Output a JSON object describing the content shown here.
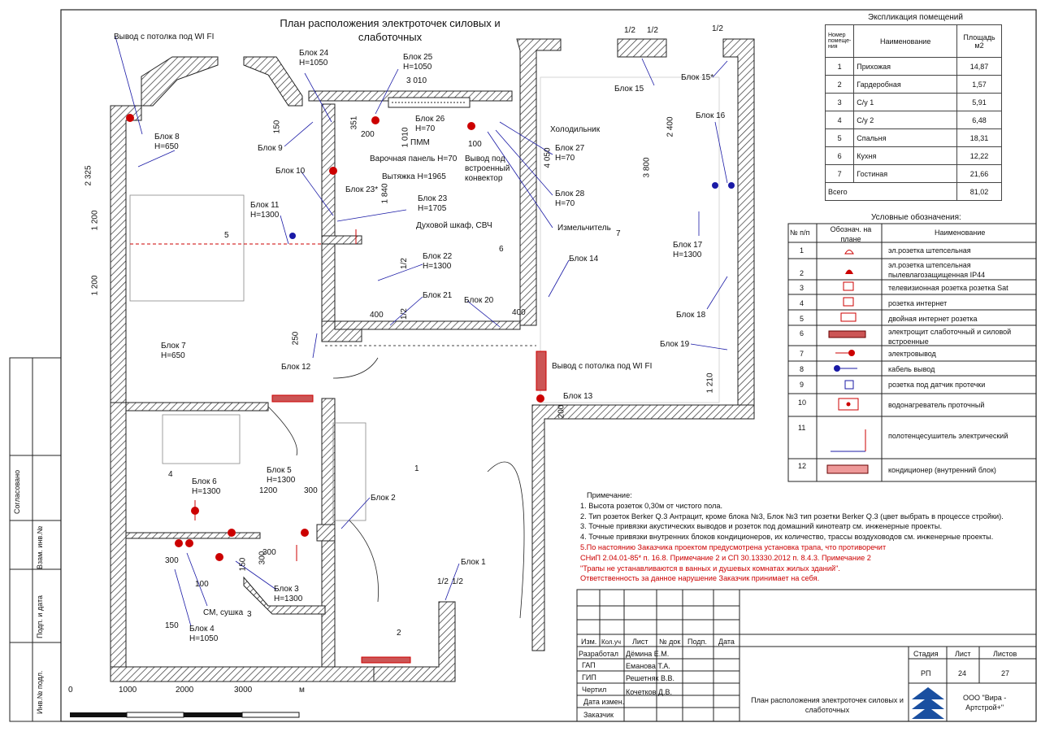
{
  "title_line1": "План расположения электроточек силовых и",
  "title_line2": "слаботочных",
  "wifi_labels": [
    "Вывод с потолка под WI FI",
    "Вывод с потолка под WI FI"
  ],
  "blocks": {
    "b1": "Блок 1",
    "b2": "Блок 2",
    "b3": "Блок 3",
    "b3h": "Н=1300",
    "b4": "Блок 4",
    "b4h": "Н=1050",
    "b5": "Блок 5",
    "b5h": "Н=1300",
    "b6": "Блок 6",
    "b6h": "Н=1300",
    "b7": "Блок 7",
    "b7h": "Н=650",
    "b8": "Блок 8",
    "b8h": "Н=650",
    "b9": "Блок 9",
    "b10": "Блок 10",
    "b11": "Блок 11",
    "b11h": "Н=1300",
    "b12": "Блок 12",
    "b13": "Блок 13",
    "b14": "Блок 14",
    "b15": "Блок 15",
    "b15s": "Блок 15*",
    "b16": "Блок 16",
    "b17": "Блок 17",
    "b17h": "Н=1300",
    "b18": "Блок 18",
    "b19": "Блок 19",
    "b20": "Блок 20",
    "b21": "Блок 21",
    "b22": "Блок 22",
    "b22h": "Н=1300",
    "b23": "Блок 23",
    "b23h": "Н=1705",
    "b23s": "Блок 23*",
    "b24": "Блок 24",
    "b24h": "Н=1050",
    "b25": "Блок 25",
    "b25h": "Н=1050",
    "b26": "Блок 26",
    "b26h": "Н=70",
    "b27": "Блок 27",
    "b27h": "Н=70",
    "b28": "Блок 28",
    "b28h": "Н=70"
  },
  "appliances": {
    "hob": "Варочная панель Н=70",
    "hood": "Вытяжка Н=1965",
    "oven": "Духовой шкаф, СВЧ",
    "fridge": "Холодильник",
    "shredder": "Измельчитель",
    "convector": "Вывод под",
    "convector2": "встроенный",
    "convector3": "конвектор",
    "pmm": "ПММ",
    "washer": "СМ, сушка"
  },
  "dims": {
    "d3010": "3 010",
    "d2325": "2 325",
    "d1200a": "1 200",
    "d1200b": "1 200",
    "d2400": "2 400",
    "d3800": "3 800",
    "d4050": "4 050",
    "d1010": "1 010",
    "d1840": "1 840",
    "d1210": "1 210",
    "d150a": "150",
    "d351": "351",
    "d200a": "200",
    "d100a": "100",
    "d400a": "400",
    "d400b": "400",
    "d250": "250",
    "d200b": "200",
    "d1200c": "1200",
    "d300a": "300",
    "d300b": "300",
    "d300c": "300",
    "d150b": "150",
    "d100b": "100",
    "d150c": "150",
    "d300d": "300",
    "half1": "1/2",
    "half2": "1/2",
    "half3": "1/2",
    "half4": "1/2",
    "half5": "1/2",
    "half6": "1/2",
    "half7": "1/2"
  },
  "rooms": [
    "1",
    "2",
    "3",
    "4",
    "5",
    "6",
    "7"
  ],
  "scale": {
    "s0": "0",
    "s1": "1000",
    "s2": "2000",
    "s3": "3000",
    "unit": "м"
  },
  "explication": {
    "title": "Экспликация  помещений",
    "headers": [
      "Номер помеще-ния",
      "Наименование",
      "Площадь м2"
    ],
    "rows": [
      [
        "1",
        "Прихожая",
        "14,87"
      ],
      [
        "2",
        "Гардеробная",
        "1,57"
      ],
      [
        "3",
        "С/у 1",
        "5,91"
      ],
      [
        "4",
        "С/у 2",
        "6,48"
      ],
      [
        "5",
        "Спальня",
        "18,31"
      ],
      [
        "6",
        "Кухня",
        "12,22"
      ],
      [
        "7",
        "Гостиная",
        "21,66"
      ]
    ],
    "total_label": "Всего",
    "total": "81,02"
  },
  "legend": {
    "title": "Условные обозначения:",
    "headers": [
      "№ п/п",
      "Обознач. на плане",
      "Наименование"
    ],
    "rows": [
      [
        "1",
        "эл.розетка штепсельная"
      ],
      [
        "2",
        "эл.розетка штепсельная пылевлагозащищенная IP44"
      ],
      [
        "3",
        "телевизионная розетка розетка Sat"
      ],
      [
        "4",
        "розетка интернет"
      ],
      [
        "5",
        "двойная интернет розетка"
      ],
      [
        "6",
        "электрощит слаботочный и силовой встроенные"
      ],
      [
        "7",
        "электровывод"
      ],
      [
        "8",
        "кабель вывод"
      ],
      [
        "9",
        "розетка под датчик протечки"
      ],
      [
        "10",
        "водонагреватель проточный"
      ],
      [
        "11",
        "полотенцесушитель электрический"
      ],
      [
        "12",
        "кондиционер (внутренний блок)"
      ]
    ]
  },
  "notes": {
    "head": "Примечание:",
    "n1": "1. Высота розеток 0,30м от чистого пола.",
    "n2": "2. Тип розеток Berker Q.3 Антрацит, кроме блока №3, Блок №3 тип розетки Berker Q.3 (цвет выбрать в процессе стройки).",
    "n3": "3. Точные привязки акустических выводов и розеток под домашний кинотеатр см. инженерные проекты.",
    "n4": "4. Точные привязки внутренних блоков кондиционеров, их количество, трассы воздуховодов см. инженерные проекты.",
    "n5a": "5.По настоянию Заказчика проектом предусмотрена установка трапа, что противоречит",
    "n5b": "СНиП 2.04.01-85* п. 16.8. Примечание 2 и СП 30.13330.2012 п. 8.4.3. Примечание 2",
    "n5c": "\"Трапы не устанавливаются в ванных и душевых комнатах жилых зданий\".",
    "n5d": "Ответственность за данное нарушение Заказчик принимает на себя."
  },
  "stamp": {
    "izm": "Изм.",
    "kol": "Кол.уч",
    "list": "Лист",
    "ndoc": "№ док",
    "podp": "Подп.",
    "data": "Дата",
    "r1": "Разработал",
    "r1n": "Дёмина Е.М.",
    "r2": "ГАП",
    "r2n": "Еманова Т.А.",
    "r3": "ГИП",
    "r3n": "Решетняк В.В.",
    "r4": "Чертил",
    "r4n": "Кочетков Д.В.",
    "r5": "Дата измен.",
    "r6": "Заказчик",
    "stage_h": "Стадия",
    "sheet_h": "Лист",
    "sheets_h": "Листов",
    "stage": "РП",
    "sheet": "24",
    "sheets": "27",
    "name1": "План расположения электроточек силовых и",
    "name2": "слаботочных",
    "org1": "ООО \"Вира -",
    "org2": "Артстрой+\""
  },
  "side": {
    "s1": "Согласовано",
    "s2": "Взам. инв.№",
    "s3": "Подп. и дата",
    "s4": "Инв.№ подл."
  }
}
